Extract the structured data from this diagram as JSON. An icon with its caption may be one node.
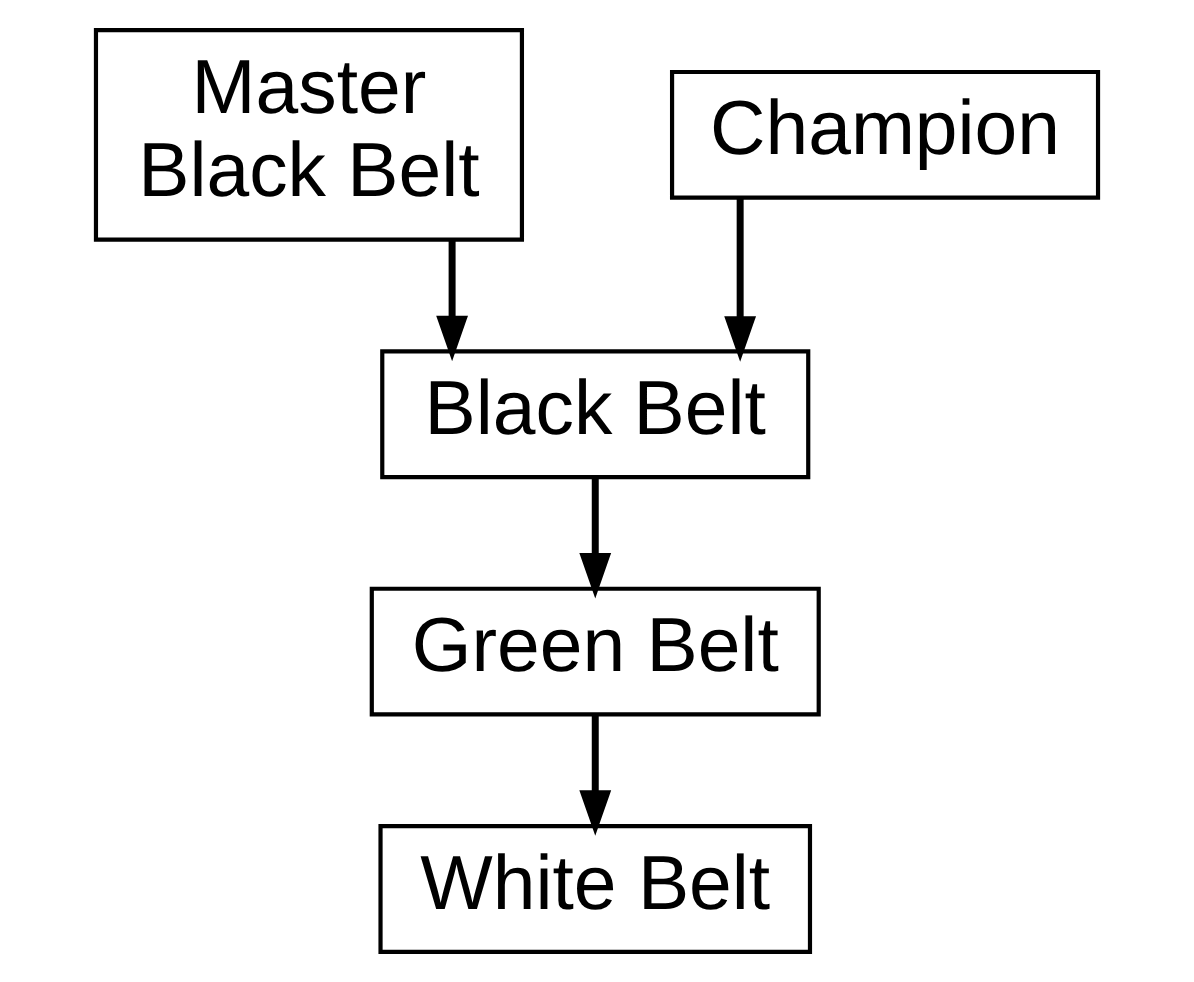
{
  "diagram": {
    "nodes": [
      {
        "text": [
          "Master Black Belt"
        ]
      },
      {
        "text": [
          "Champion"
        ]
      },
      {
        "text": [
          "Black Belt"
        ]
      },
      {
        "text": [
          "Green Belt"
        ]
      },
      {
        "text": [
          "White Belt"
        ]
      }
    ],
    "edges": [
      {
        "from": 0,
        "to": 2,
        "arrow": "to"
      },
      {
        "from": 1,
        "to": 2,
        "arrow": "to"
      },
      {
        "from": 2,
        "to": 3,
        "arrow": "to"
      },
      {
        "from": 3,
        "to": 4,
        "arrow": "to"
      }
    ]
  }
}
